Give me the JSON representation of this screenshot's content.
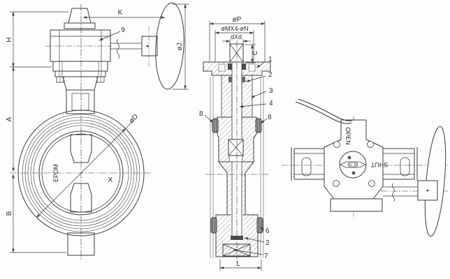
{
  "front_view": {
    "dim_h": "H",
    "dim_a": "A",
    "dim_b": "B",
    "dim_k": "K",
    "dim_j": "øJ",
    "dim_d": "øD",
    "dim_x": "X",
    "material": "EPDM",
    "callout_gearbox": "9"
  },
  "section_view": {
    "dim_p": "øP",
    "dim_bolt_circle": "øMX4-øN",
    "dim_square": "dXd",
    "dim_c": "C",
    "dim_l": "L",
    "callout_1": "1",
    "callout_2": "2",
    "callout_3": "3",
    "callout_4": "4",
    "callout_6": "6",
    "callout_7": "7",
    "callout_8": "8"
  },
  "top_view": {
    "label_open": "OPEN",
    "label_shut": "SHUT"
  },
  "colors": {
    "line": "#3b3b3b",
    "background": "#ffffff"
  }
}
